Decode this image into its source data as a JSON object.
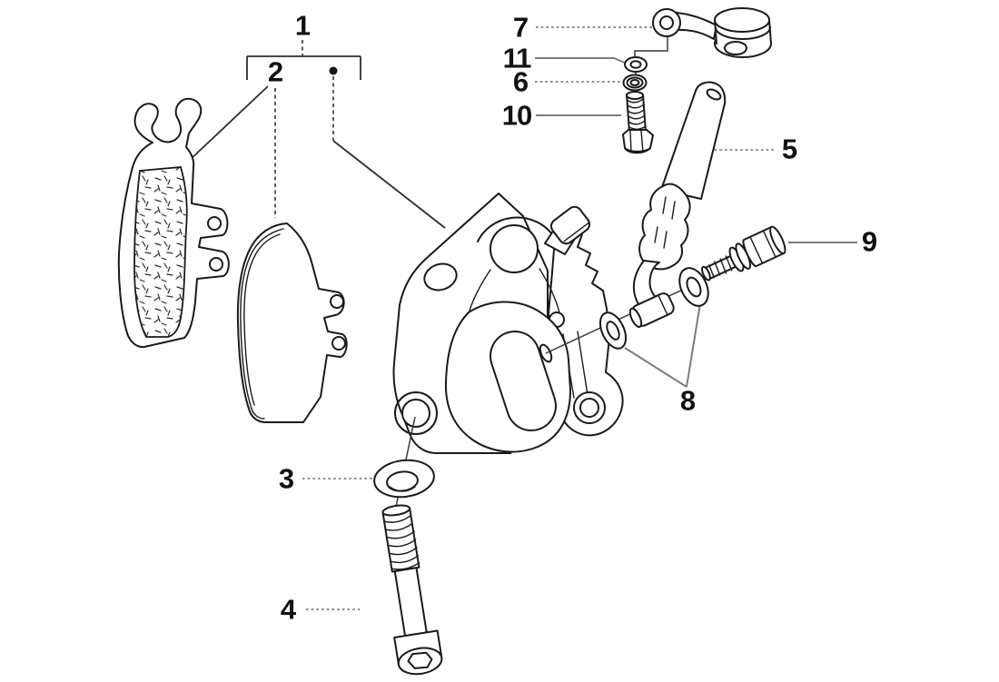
{
  "diagram": {
    "background": "#ffffff",
    "ink_color": "#1a1a1a",
    "leader_color": "#8a8a8a",
    "callouts": [
      "1",
      "2",
      "3",
      "4",
      "5",
      "6",
      "7",
      "8",
      "9",
      "10",
      "11"
    ]
  }
}
